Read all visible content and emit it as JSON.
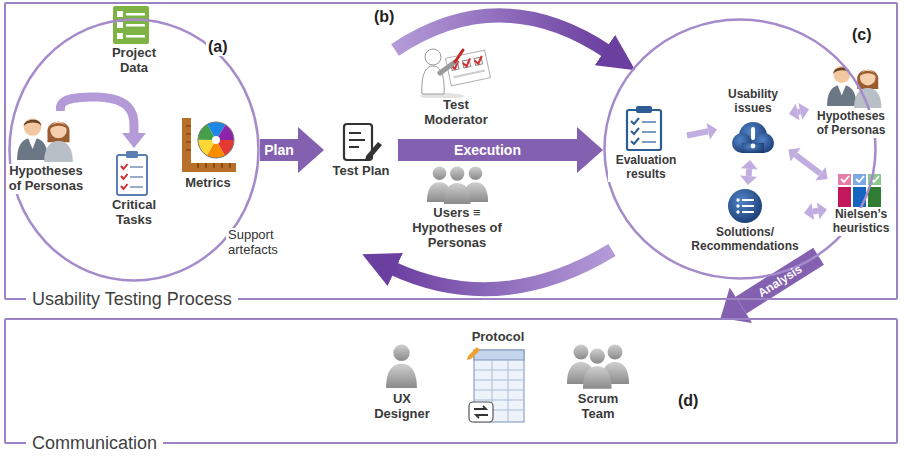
{
  "diagram": {
    "nodes": [
      {
        "text": [
          "Usability Testing Process"
        ]
      },
      {
        "text": [
          "(a)",
          "Support artefacts"
        ],
        "in": 0
      },
      {
        "text": [
          "Project Data"
        ],
        "in": 1
      },
      {
        "text": [
          "Hypotheses of Personas"
        ],
        "in": 1
      },
      {
        "text": [
          "Critical Tasks"
        ],
        "in": 1
      },
      {
        "text": [
          "Metrics"
        ],
        "in": 1
      },
      {
        "text": [
          "Test Plan"
        ],
        "in": 0
      },
      {
        "text": [
          "Test Moderator"
        ],
        "in": 0
      },
      {
        "text": [
          "Users ≡ Hypotheses of Personas"
        ],
        "in": 0
      },
      {
        "text": [
          "(c)"
        ],
        "in": 0
      },
      {
        "text": [
          "Evaluation results"
        ],
        "in": 9
      },
      {
        "text": [
          "Usability issues"
        ],
        "in": 9
      },
      {
        "text": [
          "Hypotheses of Personas"
        ],
        "in": 9
      },
      {
        "text": [
          "Nielsen’s heuristics"
        ],
        "in": 9
      },
      {
        "text": [
          "Solutions/ Recommendations"
        ],
        "in": 9
      },
      {
        "text": [
          "Communication"
        ]
      },
      {
        "text": [
          "UX Designer"
        ],
        "in": 15
      },
      {
        "text": [
          "Protocol"
        ],
        "in": 15
      },
      {
        "text": [
          "Scrum Team"
        ],
        "in": 15
      }
    ],
    "edges": [
      {
        "from": 3,
        "to": 4,
        "arrow": "to"
      },
      {
        "from": 1,
        "to": 6,
        "label": "Plan",
        "arrow": "to"
      },
      {
        "from": 6,
        "to": 9,
        "label": "Execution",
        "arrow": "to"
      },
      {
        "from": 10,
        "to": 11,
        "arrow": "to"
      },
      {
        "from": 11,
        "to": 12,
        "arrow": "both"
      },
      {
        "from": 11,
        "to": 13,
        "arrow": "both"
      },
      {
        "from": 11,
        "to": 14,
        "arrow": "both"
      },
      {
        "from": 14,
        "to": 13,
        "arrow": "both"
      },
      {
        "from": 9,
        "to": 15,
        "label": "Analysis",
        "arrow": "to"
      }
    ],
    "labels": [
      "(b)",
      "(d)"
    ]
  }
}
